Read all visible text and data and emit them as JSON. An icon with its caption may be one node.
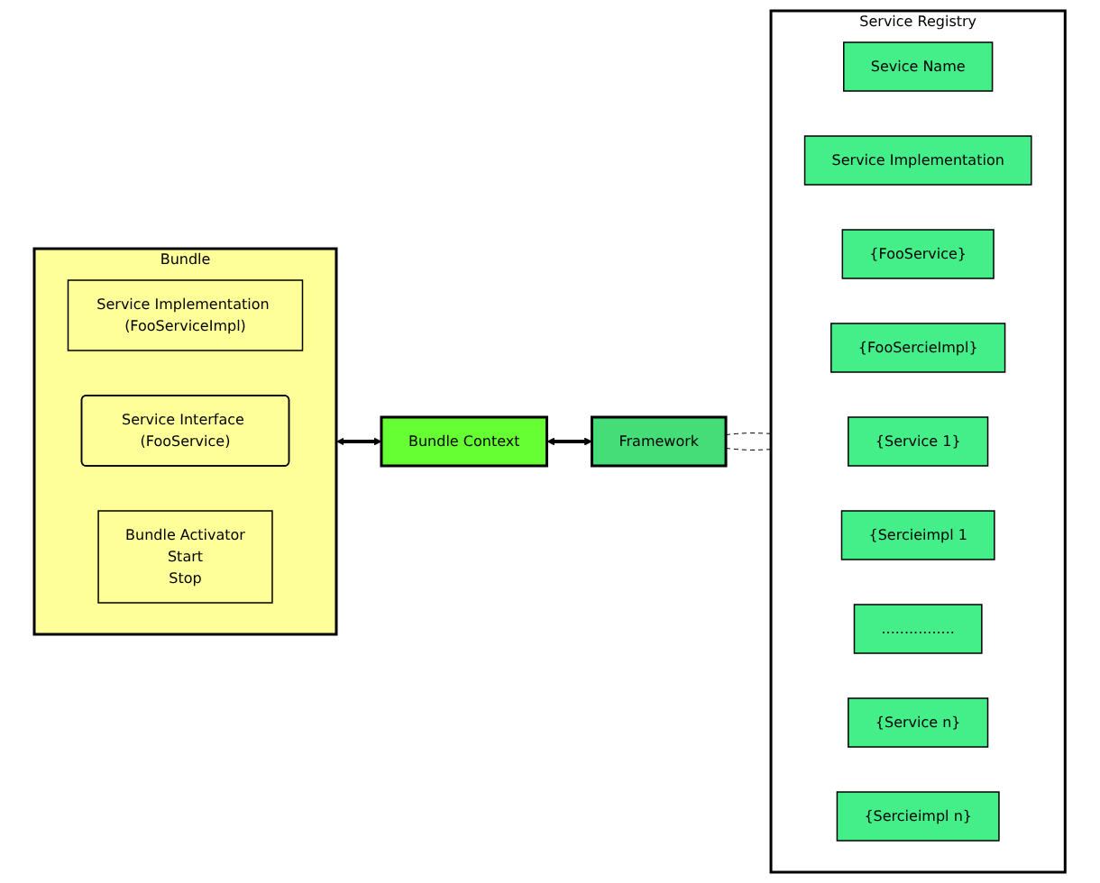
{
  "diagram": {
    "nodes": [
      {
        "text": [
          "Bundle"
        ]
      },
      {
        "text": [
          "Service Implementation (FooServiceImpl)"
        ],
        "in": 0
      },
      {
        "text": [
          "Service Interface (FooService)"
        ],
        "in": 0
      },
      {
        "text": [
          "Bundle Activator",
          "Start",
          "Stop"
        ],
        "in": 0
      },
      {
        "text": [
          "Bundle Context"
        ]
      },
      {
        "text": [
          "Framework"
        ]
      },
      {
        "text": [
          "Service Registry"
        ]
      },
      {
        "text": [
          "Sevice Name"
        ],
        "in": 6
      },
      {
        "text": [
          "Service Implementation"
        ],
        "in": 6
      },
      {
        "text": [
          "{FooService}"
        ],
        "in": 6
      },
      {
        "text": [
          "{FooSercieImpl}"
        ],
        "in": 6
      },
      {
        "text": [
          "{Service 1}"
        ],
        "in": 6
      },
      {
        "text": [
          "{Sercieimpl 1"
        ],
        "in": 6
      },
      {
        "text": [
          "................"
        ],
        "in": 6
      },
      {
        "text": [
          "{Service n}"
        ],
        "in": 6
      },
      {
        "text": [
          "{Sercieimpl n}"
        ],
        "in": 6
      }
    ],
    "edges": [
      {
        "from": 0,
        "to": 4,
        "arrow": "both",
        "style": "thick"
      },
      {
        "from": 4,
        "to": 5,
        "arrow": "both",
        "style": "thick"
      },
      {
        "from": 5,
        "to": 6,
        "arrow": "none",
        "style": "dashed"
      },
      {
        "from": 5,
        "to": 6,
        "arrow": "none",
        "style": "dashed"
      }
    ]
  }
}
